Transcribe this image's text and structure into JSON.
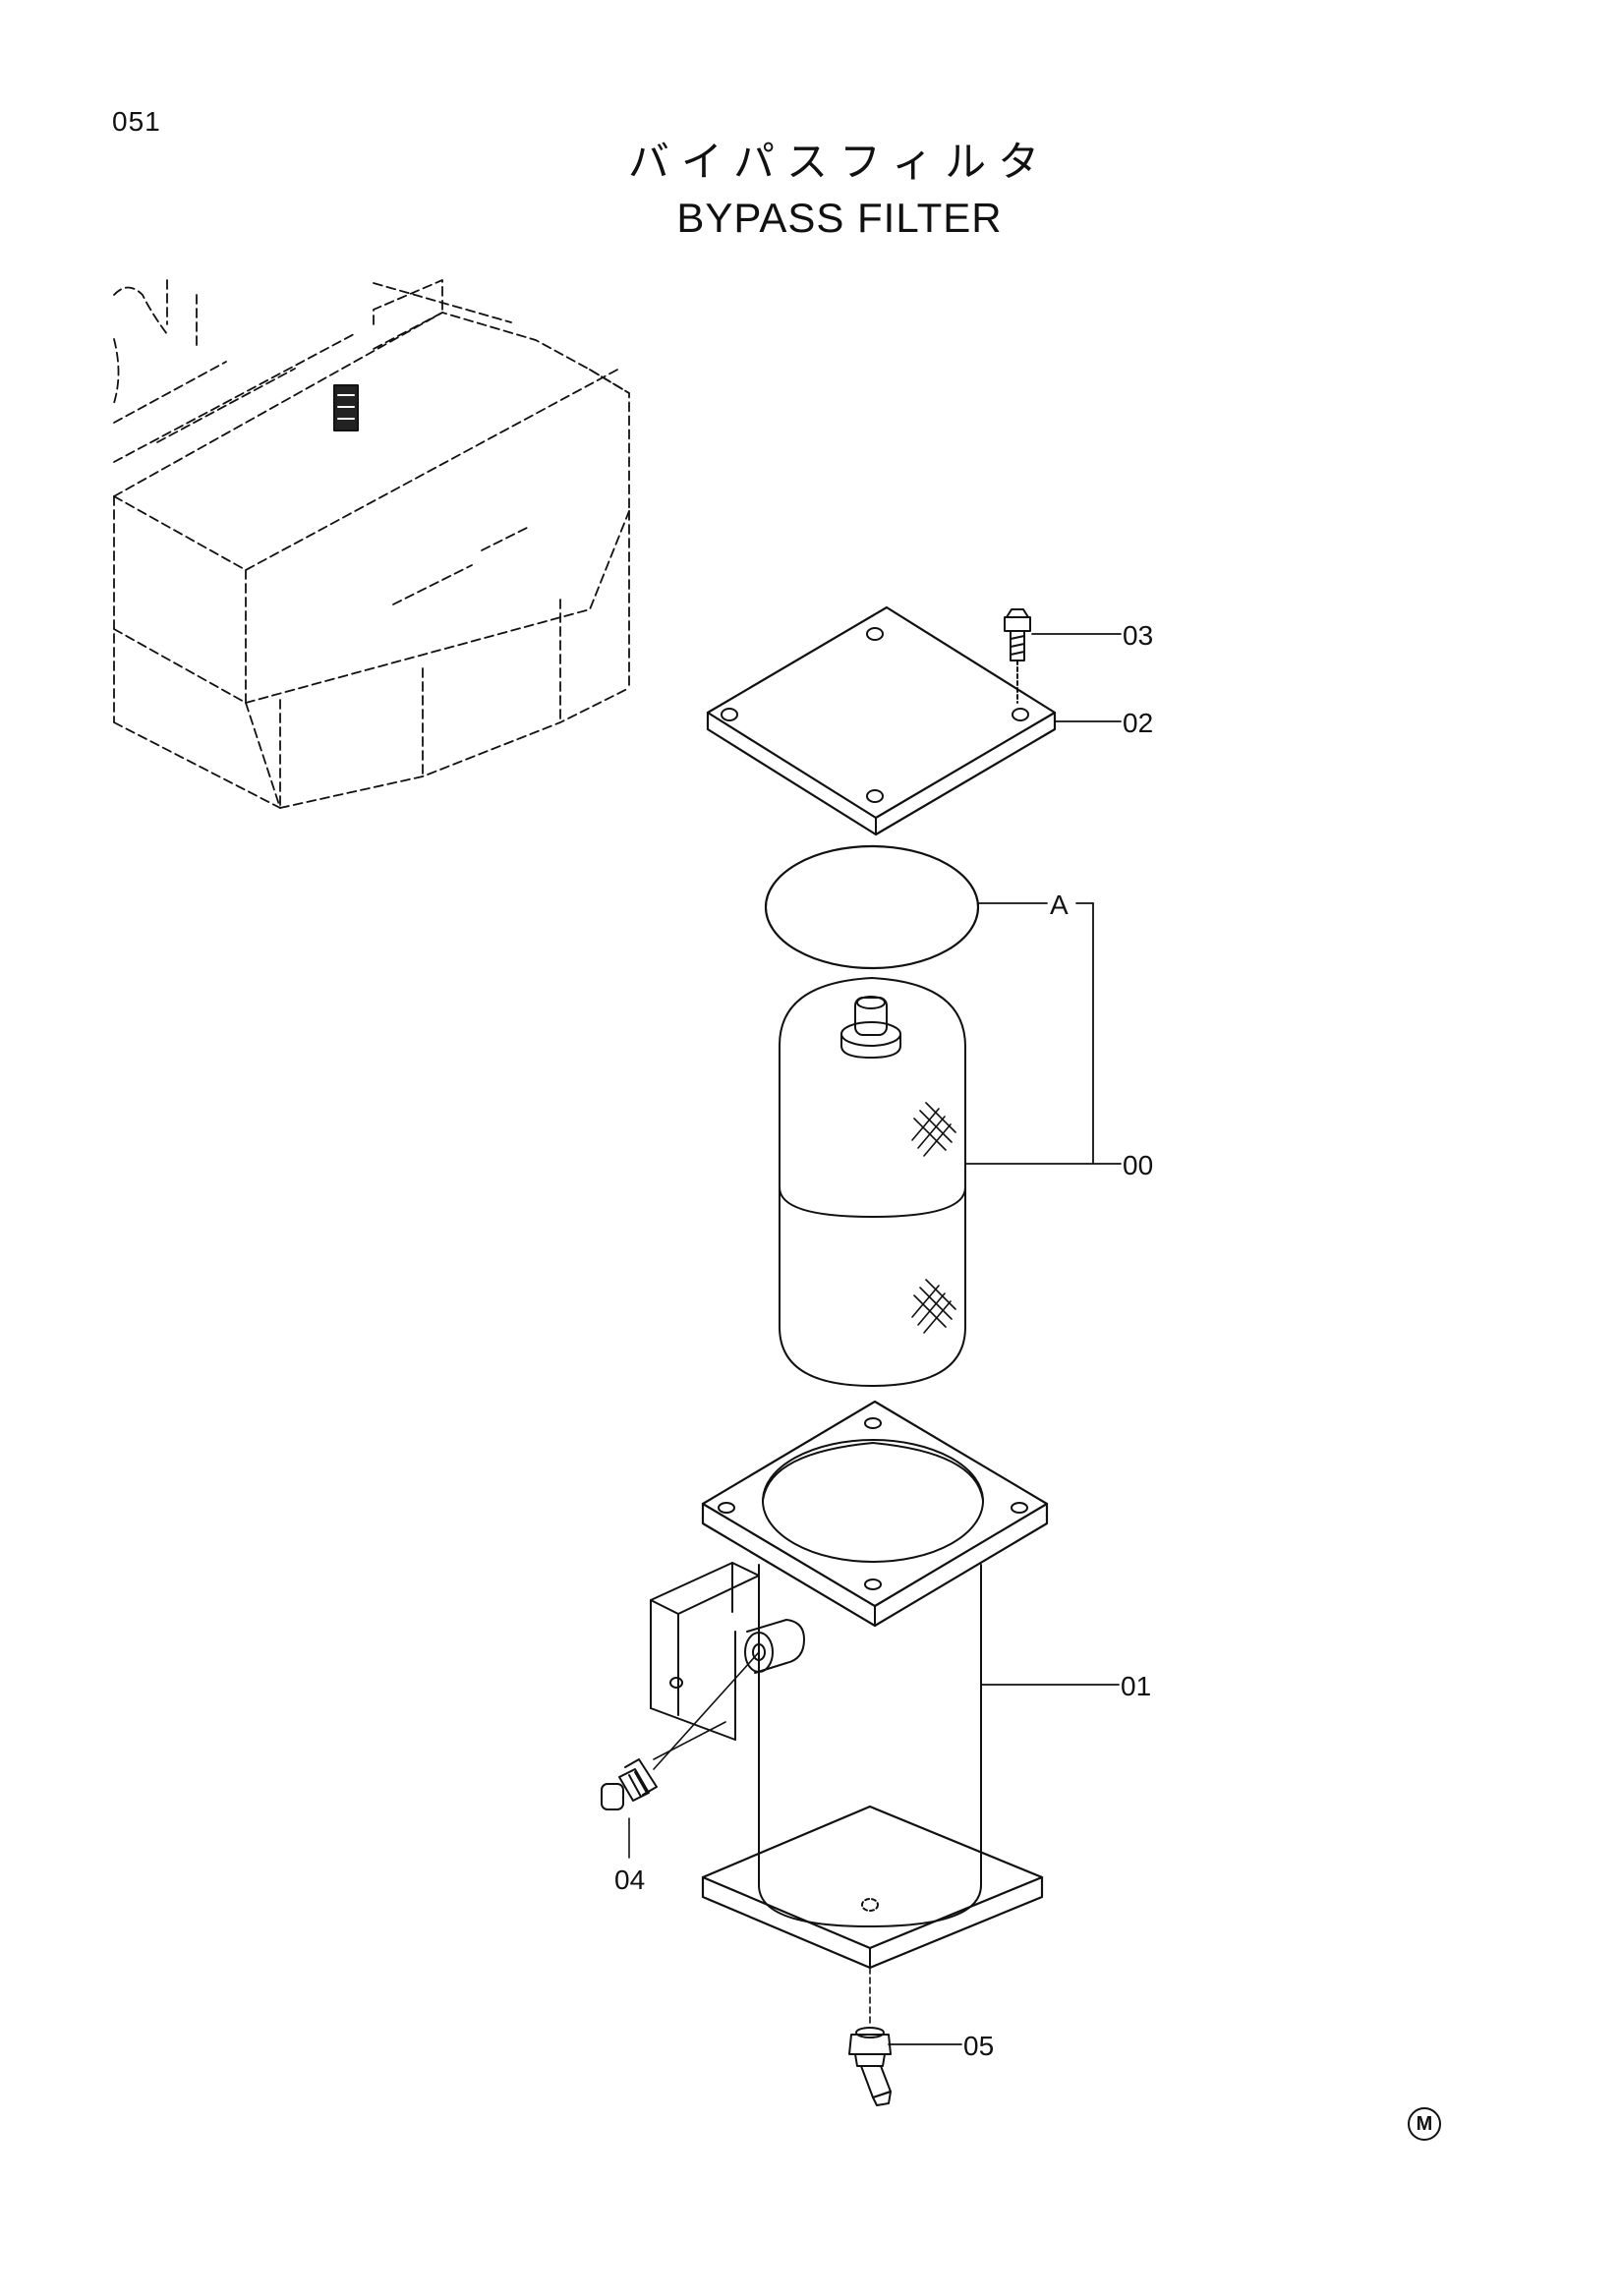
{
  "page": {
    "number": "051",
    "title_ja": "バイパスフィルタ",
    "title_en": "BYPASS FILTER",
    "corner_mark": "M"
  },
  "callouts": {
    "bolt": "03",
    "cover": "02",
    "element_group": "A",
    "element": "00",
    "case": "01",
    "fitting": "04",
    "drain": "05"
  }
}
